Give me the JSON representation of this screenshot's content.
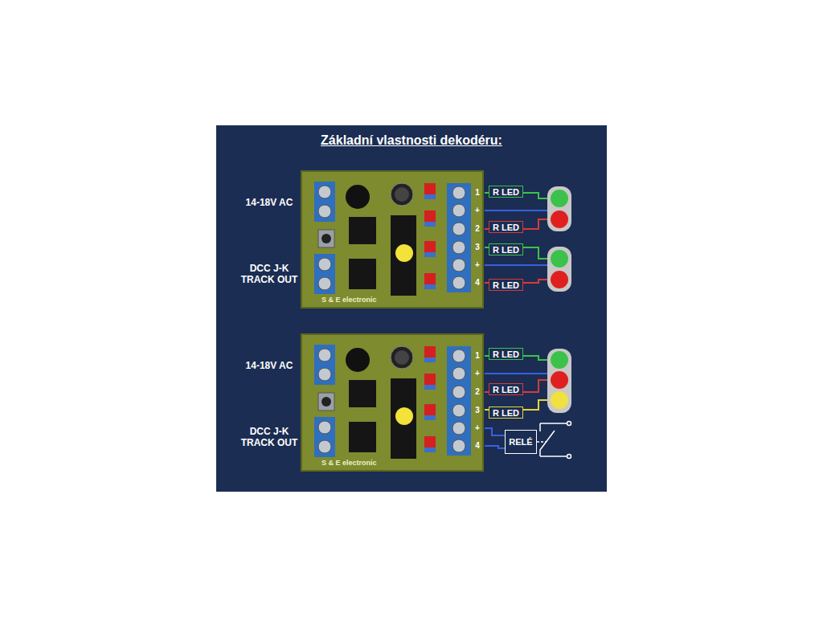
{
  "diagram": {
    "title": "Základní vlastnosti dekodéru:",
    "nodes": [
      {
        "text": [
          "R LED"
        ]
      },
      {
        "text": [
          "R LED"
        ]
      },
      {
        "text": [
          "R LED"
        ]
      },
      {
        "text": [
          "R LED"
        ]
      },
      {
        "text": [
          "R LED"
        ]
      },
      {
        "text": [
          "R LED"
        ]
      },
      {
        "text": [
          "R LED"
        ]
      },
      {
        "text": [
          "RELÉ"
        ]
      }
    ],
    "labels": [
      "14-18V AC",
      "DCC J-K TRACK OUT",
      "S & E electronic",
      "1",
      "+",
      "2",
      "3",
      "+",
      "4",
      "14-18V AC",
      "DCC J-K TRACK OUT",
      "S & E electronic",
      "1",
      "+",
      "2",
      "3",
      "+",
      "4"
    ]
  }
}
